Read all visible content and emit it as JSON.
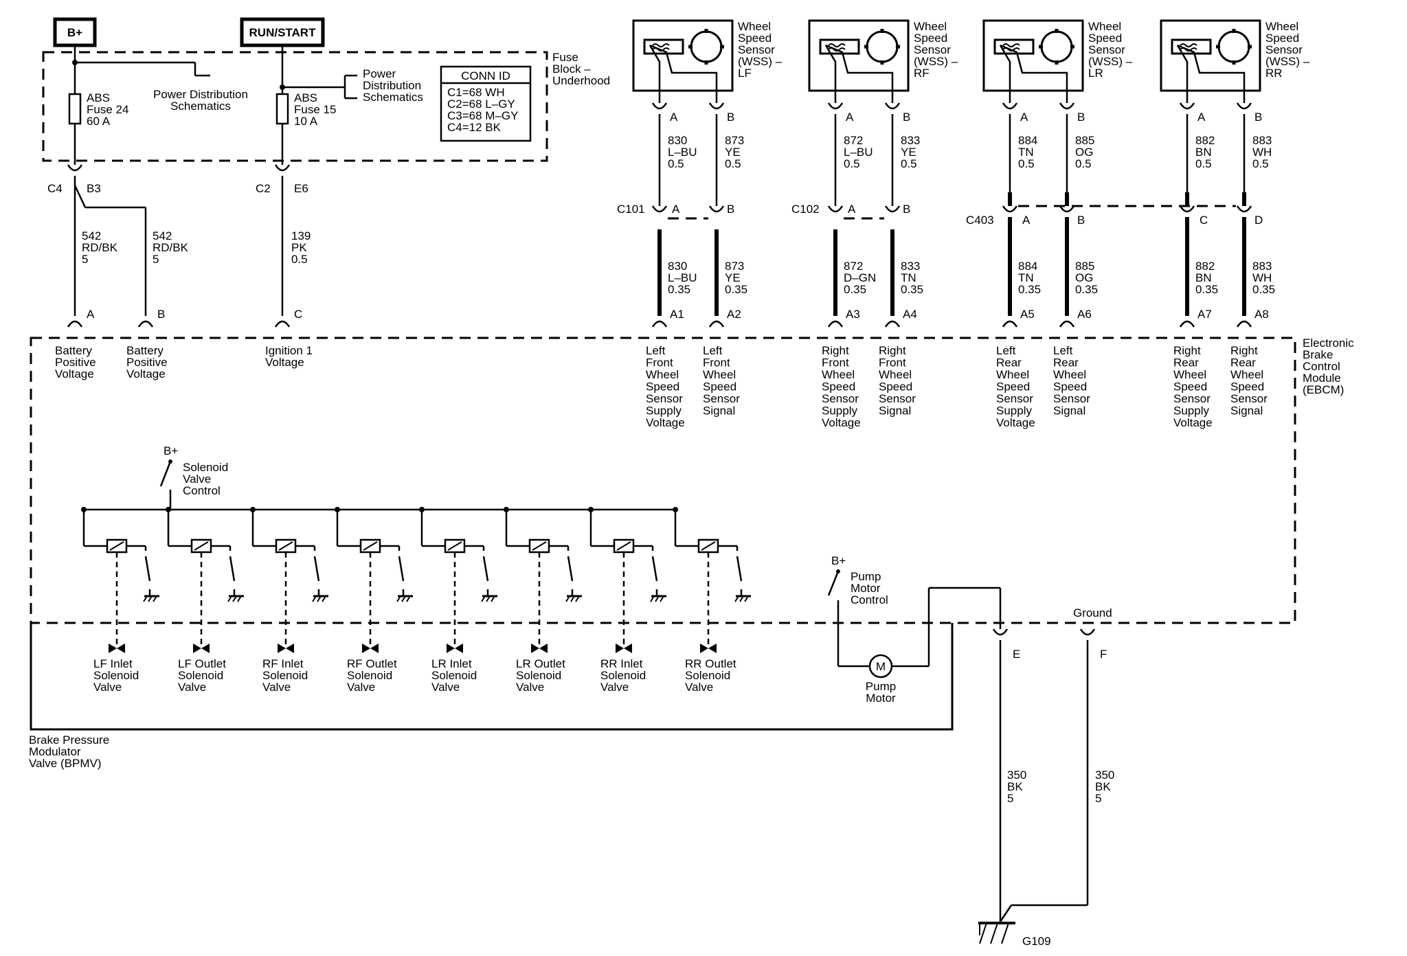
{
  "power": {
    "bplus": "B+",
    "run_start": "RUN/START"
  },
  "fuse_block": {
    "title": [
      "Fuse",
      "Block –",
      "Underhood"
    ],
    "abs_fuse_24": [
      "ABS",
      "Fuse 24",
      "60 A"
    ],
    "abs_fuse_15": [
      "ABS",
      "Fuse 15",
      "10 A"
    ],
    "pds_left": [
      "Power Distribution",
      "Schematics"
    ],
    "pds_right": [
      "Power",
      "Distribution",
      "Schematics"
    ],
    "conn_id": {
      "title": "CONN ID",
      "lines": [
        "C1=68 WH",
        "C2=68 L–GY",
        "C3=68 M–GY",
        "C4=12 BK"
      ]
    }
  },
  "connectors": {
    "c4": "C4",
    "b3": "B3",
    "c2": "C2",
    "e6": "E6",
    "c101": "C101",
    "c102": "C102",
    "c403": "C403",
    "pin_a": "A",
    "pin_b": "B",
    "pin_c": "C",
    "pin_d": "D",
    "pin_e": "E",
    "pin_f": "F"
  },
  "power_wires": {
    "w542a": [
      "542",
      "RD/BK",
      "5"
    ],
    "w542b": [
      "542",
      "RD/BK",
      "5"
    ],
    "w139": [
      "139",
      "PK",
      "0.5"
    ]
  },
  "ebcm_inputs": {
    "batt_a": [
      "Battery",
      "Positive",
      "Voltage"
    ],
    "batt_b": [
      "Battery",
      "Positive",
      "Voltage"
    ],
    "ign": [
      "Ignition 1",
      "Voltage"
    ]
  },
  "sensors": [
    {
      "label": [
        "Wheel",
        "Speed",
        "Sensor",
        "(WSS) –",
        "LF"
      ],
      "upper": [
        [
          "830",
          "L–BU",
          "0.5"
        ],
        [
          "873",
          "YE",
          "0.5"
        ]
      ],
      "lower": [
        [
          "830",
          "L–BU",
          "0.35"
        ],
        [
          "873",
          "YE",
          "0.35"
        ]
      ],
      "pins": [
        "A1",
        "A2"
      ],
      "functions": [
        [
          "Left",
          "Front",
          "Wheel",
          "Speed",
          "Sensor",
          "Supply",
          "Voltage"
        ],
        [
          "Left",
          "Front",
          "Wheel",
          "Speed",
          "Sensor",
          "Signal"
        ]
      ]
    },
    {
      "label": [
        "Wheel",
        "Speed",
        "Sensor",
        "(WSS) –",
        "RF"
      ],
      "upper": [
        [
          "872",
          "L–BU",
          "0.5"
        ],
        [
          "833",
          "YE",
          "0.5"
        ]
      ],
      "lower": [
        [
          "872",
          "D–GN",
          "0.35"
        ],
        [
          "833",
          "TN",
          "0.35"
        ]
      ],
      "pins": [
        "A3",
        "A4"
      ],
      "functions": [
        [
          "Right",
          "Front",
          "Wheel",
          "Speed",
          "Sensor",
          "Supply",
          "Voltage"
        ],
        [
          "Right",
          "Front",
          "Wheel",
          "Speed",
          "Sensor",
          "Signal"
        ]
      ]
    },
    {
      "label": [
        "Wheel",
        "Speed",
        "Sensor",
        "(WSS) –",
        "LR"
      ],
      "upper": [
        [
          "884",
          "TN",
          "0.5"
        ],
        [
          "885",
          "OG",
          "0.5"
        ]
      ],
      "lower": [
        [
          "884",
          "TN",
          "0.35"
        ],
        [
          "885",
          "OG",
          "0.35"
        ]
      ],
      "pins": [
        "A5",
        "A6"
      ],
      "functions": [
        [
          "Left",
          "Rear",
          "Wheel",
          "Speed",
          "Sensor",
          "Supply",
          "Voltage"
        ],
        [
          "Left",
          "Rear",
          "Wheel",
          "Speed",
          "Sensor",
          "Signal"
        ]
      ]
    },
    {
      "label": [
        "Wheel",
        "Speed",
        "Sensor",
        "(WSS) –",
        "RR"
      ],
      "upper": [
        [
          "882",
          "BN",
          "0.5"
        ],
        [
          "883",
          "WH",
          "0.5"
        ]
      ],
      "lower": [
        [
          "882",
          "BN",
          "0.35"
        ],
        [
          "883",
          "WH",
          "0.35"
        ]
      ],
      "pins": [
        "A7",
        "A8"
      ],
      "functions": [
        [
          "Right",
          "Rear",
          "Wheel",
          "Speed",
          "Sensor",
          "Supply",
          "Voltage"
        ],
        [
          "Right",
          "Rear",
          "Wheel",
          "Speed",
          "Sensor",
          "Signal"
        ]
      ]
    }
  ],
  "ebcm": {
    "label": [
      "Electronic",
      "Brake",
      "Control",
      "Module",
      "(EBCM)"
    ]
  },
  "solenoid_control": {
    "bplus": "B+",
    "label": [
      "Solenoid",
      "Valve",
      "Control"
    ]
  },
  "valves": [
    [
      "LF Inlet",
      "Solenoid",
      "Valve"
    ],
    [
      "LF Outlet",
      "Solenoid",
      "Valve"
    ],
    [
      "RF Inlet",
      "Solenoid",
      "Valve"
    ],
    [
      "RF Outlet",
      "Solenoid",
      "Valve"
    ],
    [
      "LR Inlet",
      "Solenoid",
      "Valve"
    ],
    [
      "LR Outlet",
      "Solenoid",
      "Valve"
    ],
    [
      "RR Inlet",
      "Solenoid",
      "Valve"
    ],
    [
      "RR Outlet",
      "Solenoid",
      "Valve"
    ]
  ],
  "pump": {
    "bplus": "B+",
    "control": [
      "Pump",
      "Motor",
      "Control"
    ],
    "motor_symbol": "M",
    "motor": [
      "Pump",
      "Motor"
    ]
  },
  "ground": {
    "label": "Ground",
    "wire_e": [
      "350",
      "BK",
      "5"
    ],
    "wire_f": [
      "350",
      "BK",
      "5"
    ],
    "g109": "G109"
  },
  "bpmv": {
    "label": [
      "Brake Pressure",
      "Modulator",
      "Valve (BPMV)"
    ]
  }
}
